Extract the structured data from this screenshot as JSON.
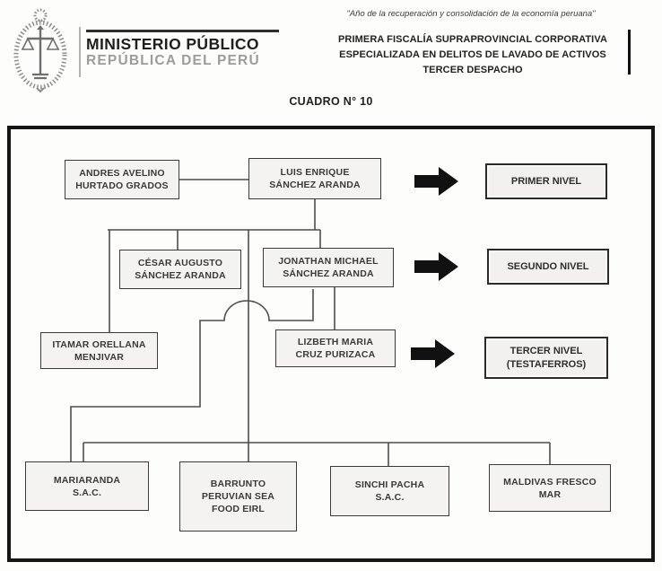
{
  "header": {
    "logo_title": "MINISTERIO PÚBLICO",
    "logo_subtitle": "REPÚBLICA DEL PERÚ",
    "quote": "\"Año de la recuperación y consolidación de la economía peruana\"",
    "office_line1": "PRIMERA FISCALÍA SUPRAPROVINCIAL CORPORATIVA",
    "office_line2": "ESPECIALIZADA EN DELITOS DE LAVADO DE ACTIVOS",
    "office_line3": "TERCER DESPACHO"
  },
  "chart_title": "CUADRO N° 10",
  "boxes": {
    "andres": {
      "l1": "ANDRES AVELINO",
      "l2": "HURTADO GRADOS"
    },
    "luis": {
      "l1": "LUIS ENRIQUE",
      "l2": "SÁNCHEZ ARANDA"
    },
    "cesar": {
      "l1": "CÉSAR AUGUSTO",
      "l2": "SÁNCHEZ ARANDA"
    },
    "jonathan": {
      "l1": "JONATHAN MICHAEL",
      "l2": "SÁNCHEZ ARANDA"
    },
    "itamar": {
      "l1": "ITAMAR ORELLANA",
      "l2": "MENJIVAR"
    },
    "lizbeth": {
      "l1": "LIZBETH MARIA",
      "l2": "CRUZ PURIZACA"
    },
    "mariaranda": {
      "l1": "MARIARANDA",
      "l2": "S.A.C."
    },
    "barrunto": {
      "l1": "BARRUNTO",
      "l2": "PERUVIAN SEA",
      "l3": "FOOD EIRL"
    },
    "sinchi": {
      "l1": "SINCHI PACHA",
      "l2": "S.A.C."
    },
    "maldivas": {
      "l1": "MALDIVAS FRESCO",
      "l2": "MAR"
    }
  },
  "levels": {
    "primer": {
      "l1": "PRIMER NIVEL"
    },
    "segundo": {
      "l1": "SEGUNDO NIVEL"
    },
    "tercer": {
      "l1": "TERCER NIVEL",
      "l2": "(TESTAFERROS)"
    }
  },
  "icons": {
    "level_arrow": "black-right-arrow",
    "logo_emblem": "scales-of-justice-seal"
  },
  "colors": {
    "connector_line": "#4d4d4d",
    "box_border": "#3b3b3b",
    "box_fill": "#f4f3f1",
    "arrow_fill": "#111111",
    "frame_border": "#151515"
  }
}
